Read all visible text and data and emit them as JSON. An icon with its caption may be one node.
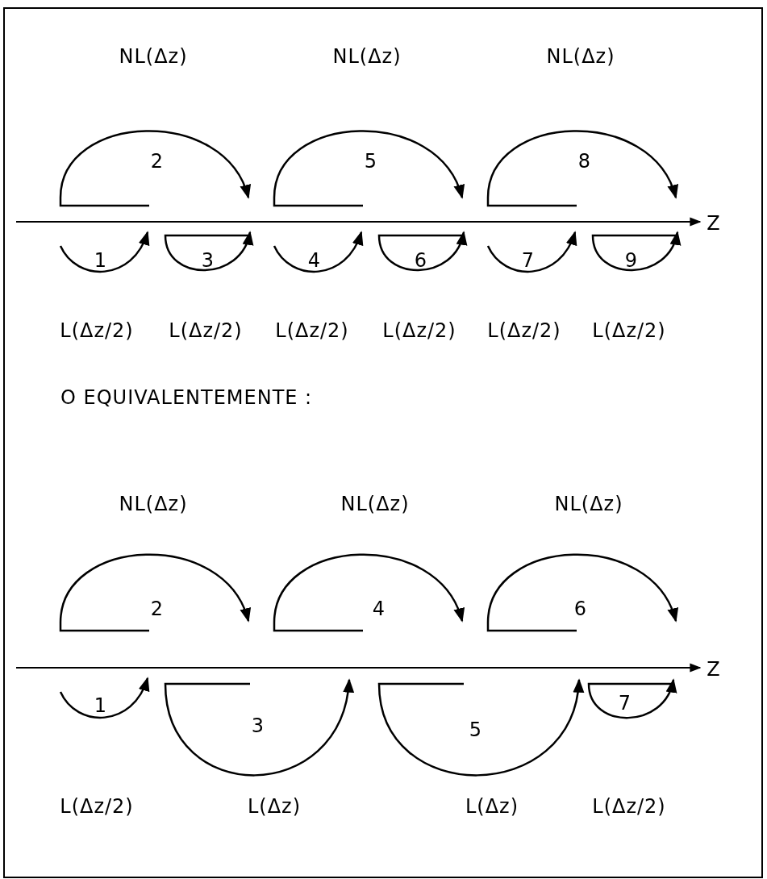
{
  "diagram": {
    "labels": [
      "NL(Δz)",
      "NL(Δz)",
      "NL(Δz)",
      "2",
      "5",
      "8",
      "Z",
      "1",
      "3",
      "4",
      "6",
      "7",
      "9",
      "L(Δz/2)",
      "L(Δz/2)",
      "L(Δz/2)",
      "L(Δz/2)",
      "L(Δz/2)",
      "L(Δz/2)",
      "O EQUIVALENTEMENTE :",
      "NL(Δz)",
      "NL(Δz)",
      "NL(Δz)",
      "2",
      "4",
      "6",
      "Z",
      "1",
      "3",
      "5",
      "7",
      "L(Δz/2)",
      "L(Δz)",
      "L(Δz)",
      "L(Δz/2)"
    ]
  }
}
